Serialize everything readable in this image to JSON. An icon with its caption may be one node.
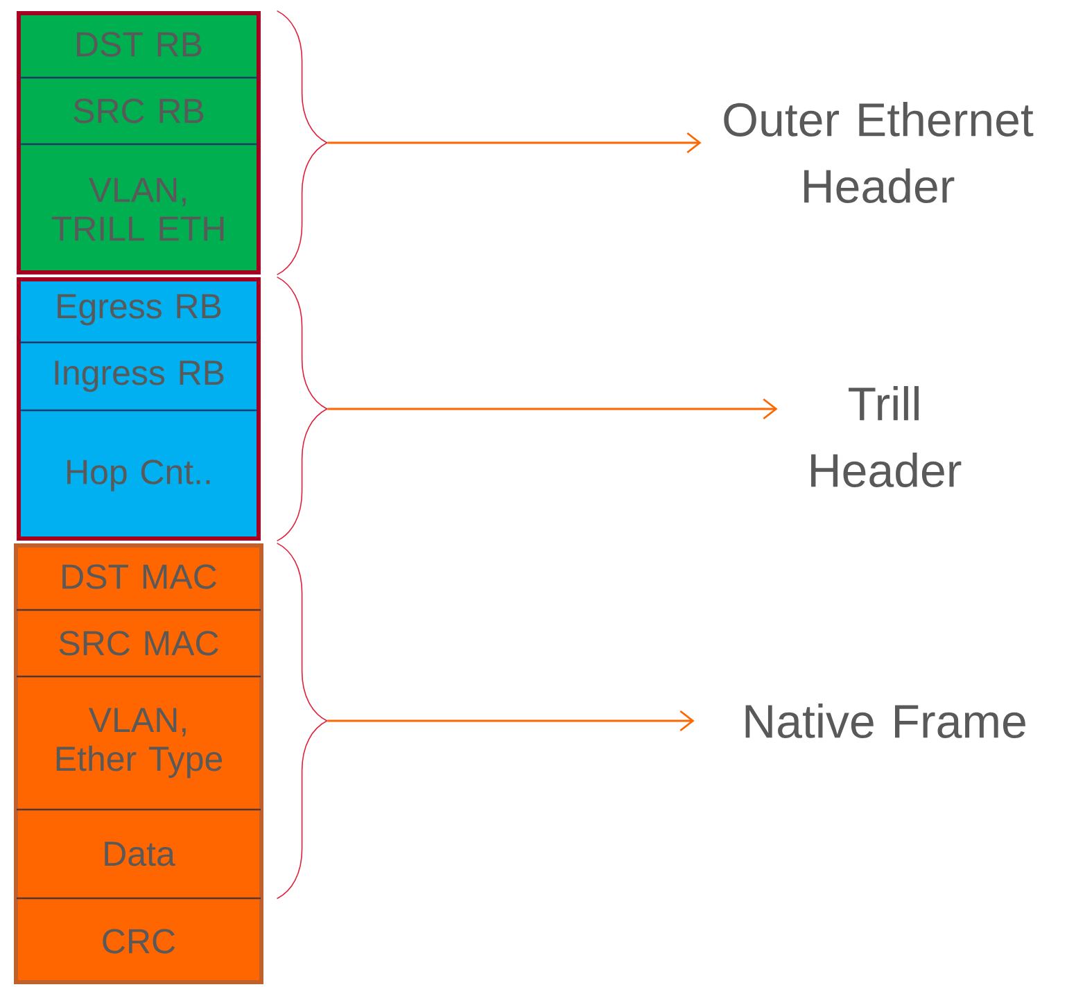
{
  "diagram": {
    "nodes": [
      {
        "text": [],
        "shape": "box"
      },
      {
        "text": [
          "DST RB"
        ],
        "in": 0
      },
      {
        "text": [
          "SRC RB"
        ],
        "in": 0
      },
      {
        "text": [
          "VLAN, TRILL ETH"
        ],
        "in": 0
      },
      {
        "text": [],
        "shape": "box"
      },
      {
        "text": [
          "Egress RB"
        ],
        "in": 4
      },
      {
        "text": [
          "Ingress RB"
        ],
        "in": 4
      },
      {
        "text": [
          "Hop Cnt.."
        ],
        "in": 4
      },
      {
        "text": [],
        "shape": "box"
      },
      {
        "text": [
          "DST MAC"
        ],
        "in": 8
      },
      {
        "text": [
          "SRC MAC"
        ],
        "in": 8
      },
      {
        "text": [
          "VLAN, Ether Type"
        ],
        "in": 8
      },
      {
        "text": [
          "Data"
        ],
        "in": 8
      },
      {
        "text": [
          "CRC"
        ],
        "in": 8
      },
      {
        "text": [],
        "shape": "brace"
      },
      {
        "text": [],
        "shape": "brace"
      },
      {
        "text": [],
        "shape": "brace"
      },
      {
        "text": [
          "Outer Ethernet Header"
        ]
      },
      {
        "text": [
          "Trill Header"
        ]
      },
      {
        "text": [
          "Native Frame"
        ]
      }
    ],
    "edges": [
      {
        "from": 14,
        "to": 17,
        "arrow": "to"
      },
      {
        "from": 15,
        "to": 18,
        "arrow": "to"
      },
      {
        "from": 16,
        "to": 19,
        "arrow": "to"
      }
    ]
  }
}
